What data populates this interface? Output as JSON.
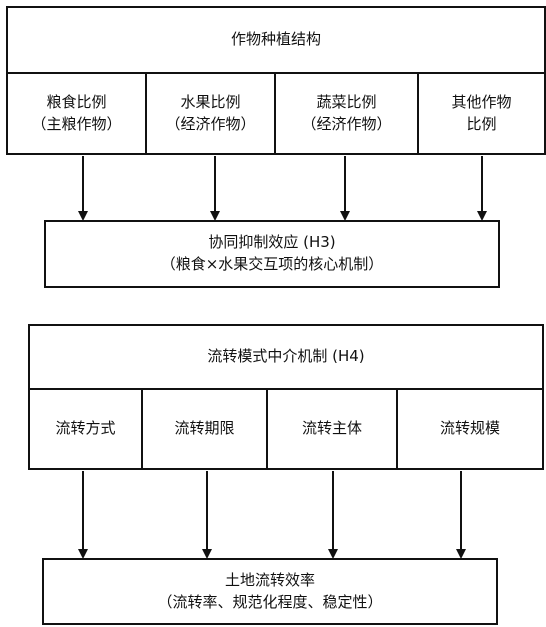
{
  "structure": {
    "title": "作物种植结构",
    "crops": [
      {
        "line1": "粮食比例",
        "line2": "（主粮作物）"
      },
      {
        "line1": "水果比例",
        "line2": "（经济作物）"
      },
      {
        "line1": "蔬菜比例",
        "line2": "（经济作物）"
      },
      {
        "line1": "其他作物",
        "line2": "比例"
      }
    ]
  },
  "h3": {
    "line1": "协同抑制效应 (H3)",
    "line2": "（粮食×水果交互项的核心机制）"
  },
  "h4": {
    "title": "流转模式中介机制 (H4)",
    "modes": [
      "流转方式",
      "流转期限",
      "流转主体",
      "流转规模"
    ]
  },
  "outcome": {
    "line1": "土地流转效率",
    "line2": "（流转率、规范化程度、稳定性）"
  }
}
